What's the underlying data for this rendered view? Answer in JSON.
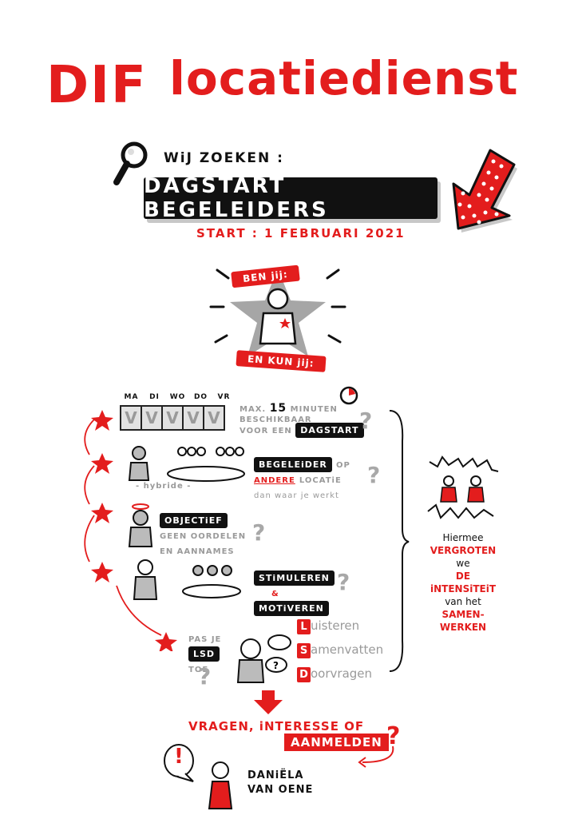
{
  "header": {
    "title_part1": "DIF",
    "title_part2": "locatiedienst"
  },
  "search": {
    "intro": "WiJ ZOEKEN :",
    "role": "DAGSTART BEGELEIDERS",
    "start": "START : 1 FEBRUARI 2021"
  },
  "figure": {
    "top_ribbon": "BEN jij:",
    "bottom_ribbon": "EN KUN jij:"
  },
  "criteria": {
    "days": [
      "MA",
      "DI",
      "WO",
      "DO",
      "VR"
    ],
    "day_mark": "V",
    "availability": {
      "line1": "MAX.",
      "number": "15",
      "line1b": "MINUTEN",
      "line2": "BESCHIKBAAR",
      "line3": "VOOR EEN",
      "label": "DAGSTART"
    },
    "location": {
      "label": "BEGELEiDER",
      "op": "OP",
      "andere": "ANDERE",
      "locatie": "LOCATiE",
      "sub": "dan waar je werkt",
      "hybride": "- hybride -"
    },
    "objective": {
      "label": "OBJECTiEF",
      "line1": "GEEN OORDELEN",
      "line2": "EN AANNAMES"
    },
    "motivate": {
      "label1": "STiMULEREN",
      "amp": "&",
      "label2": "MOTiVEREN"
    },
    "lsd": {
      "line1": "PAS JE",
      "label": "LSD",
      "line3": "TOE",
      "items": [
        {
          "letter": "L",
          "rest": "uisteren"
        },
        {
          "letter": "S",
          "rest": "amenvatten"
        },
        {
          "letter": "D",
          "rest": "oorvragen"
        }
      ]
    },
    "question_mark": "?"
  },
  "side": {
    "line1": "Hiermee",
    "line2": "VERGROTEN",
    "line3": "we",
    "line4": "DE iNTENSiTEiT",
    "line5": "van het",
    "line6": "SAMEN-",
    "line7": "WERKEN"
  },
  "footer": {
    "line1": "VRAGEN, iNTERESSE OF",
    "label": "AANMELDEN",
    "qmark": "?",
    "exclaim": "!",
    "contact1": "DANiËLA",
    "contact2": "VAN OENE"
  },
  "colors": {
    "accent": "#e31d1d",
    "ink": "#111111",
    "grey": "#9a9a9a"
  }
}
